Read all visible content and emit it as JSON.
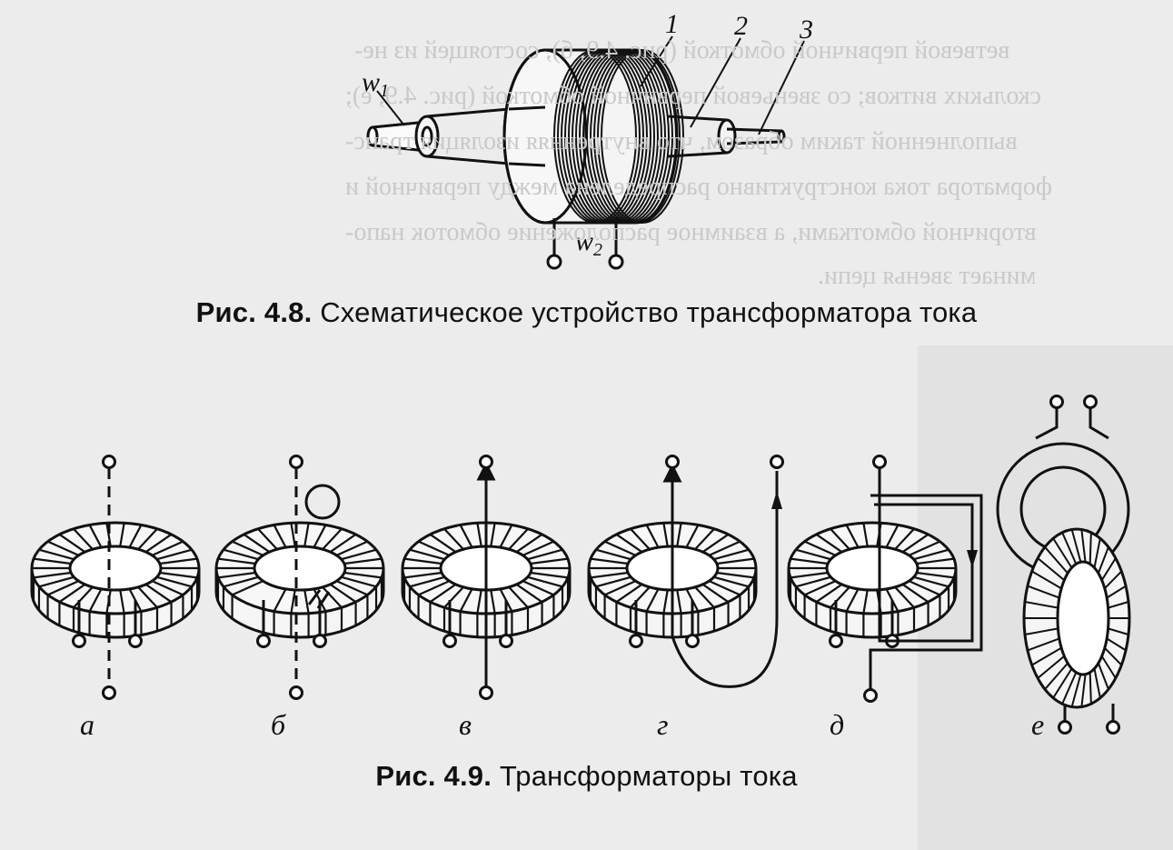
{
  "figure_48": {
    "number": "Рис. 4.8.",
    "title": "Схематическое устройство трансформатора тока",
    "labels": {
      "w1": "w",
      "w1_sub": "1",
      "w2": "w",
      "w2_sub": "2",
      "part1": "1",
      "part2": "2",
      "part3": "3"
    }
  },
  "figure_49": {
    "number": "Рис. 4.9.",
    "title": "Трансформаторы тока",
    "variants": [
      "а",
      "б",
      "в",
      "г",
      "д",
      "е"
    ]
  },
  "bleed_through_text": [
    "ветвевой первичной обмоткой (рис. 4.9, б), состоящей из не-",
    "скольких витков; со звеньевой первичной обмоткой (рис. 4.9, е);",
    "выполненной таким образом, что внутренняя изоляция транс-",
    "форматора тока конструктивно распределена между первичной и",
    "вторичной обмотками, а взаимное расположение обмоток напо-",
    "минает звенья цепи."
  ]
}
